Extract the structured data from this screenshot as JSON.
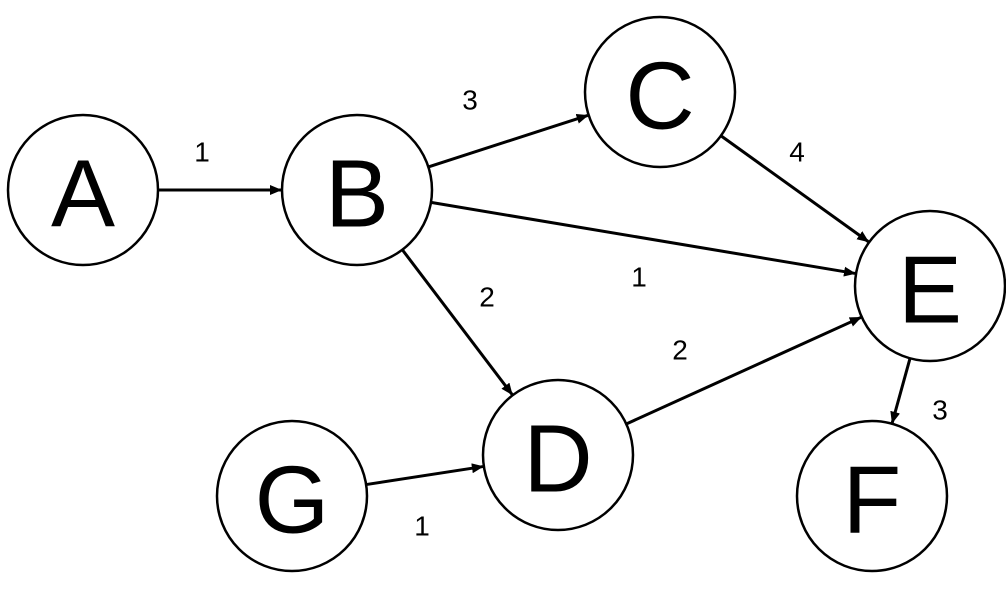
{
  "graph": {
    "directed": true,
    "nodes": [
      {
        "id": "A",
        "label": "A"
      },
      {
        "id": "B",
        "label": "B"
      },
      {
        "id": "C",
        "label": "C"
      },
      {
        "id": "D",
        "label": "D"
      },
      {
        "id": "E",
        "label": "E"
      },
      {
        "id": "F",
        "label": "F"
      },
      {
        "id": "G",
        "label": "G"
      }
    ],
    "edges": [
      {
        "from": "A",
        "to": "B",
        "weight": "1"
      },
      {
        "from": "B",
        "to": "C",
        "weight": "3"
      },
      {
        "from": "B",
        "to": "E",
        "weight": "1"
      },
      {
        "from": "B",
        "to": "D",
        "weight": "2"
      },
      {
        "from": "C",
        "to": "E",
        "weight": "4"
      },
      {
        "from": "D",
        "to": "E",
        "weight": "2"
      },
      {
        "from": "G",
        "to": "D",
        "weight": "1"
      },
      {
        "from": "E",
        "to": "F",
        "weight": "3"
      }
    ],
    "colors": {
      "stroke": "#000000",
      "fill": "#ffffff",
      "text": "#000000"
    }
  }
}
